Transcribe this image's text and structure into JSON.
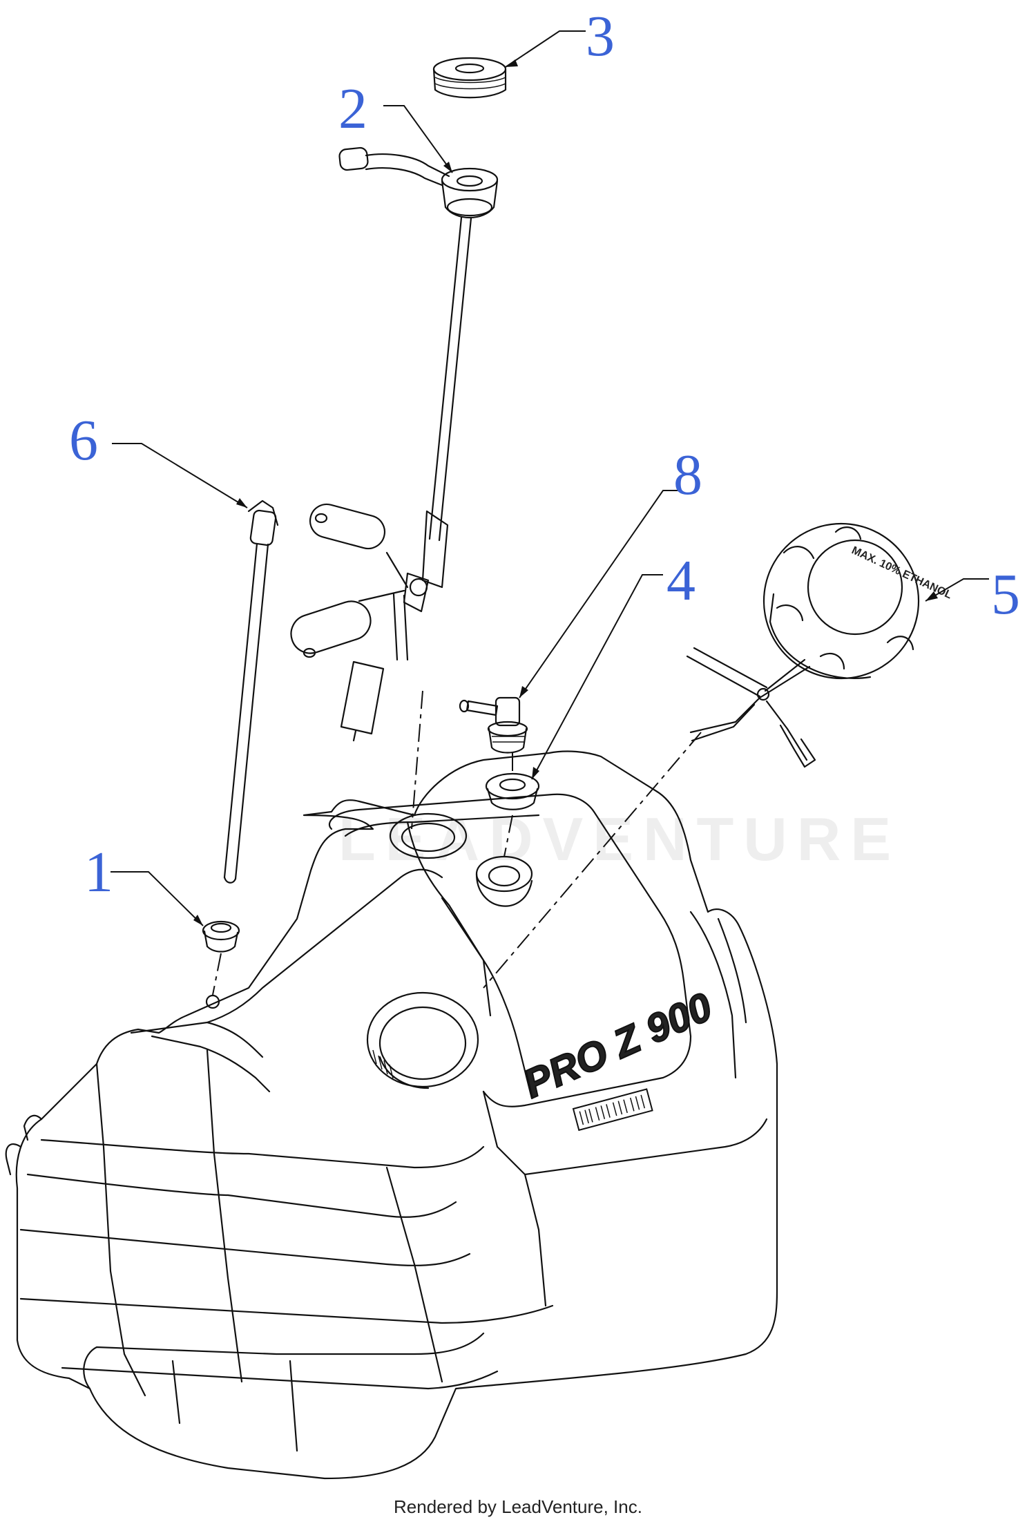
{
  "diagram": {
    "callouts": [
      {
        "number": "1"
      },
      {
        "number": "2"
      },
      {
        "number": "3"
      },
      {
        "number": "4"
      },
      {
        "number": "5"
      },
      {
        "number": "6"
      },
      {
        "number": "8"
      }
    ],
    "tank_label": "PRO Z 900",
    "cap_label": "MAX. 10% ETHANOL",
    "watermark": "LEADVENTURE",
    "ink_color": "#111111",
    "callout_color": "#3b63d6"
  },
  "footer": {
    "credit": "Rendered by LeadVenture, Inc."
  }
}
